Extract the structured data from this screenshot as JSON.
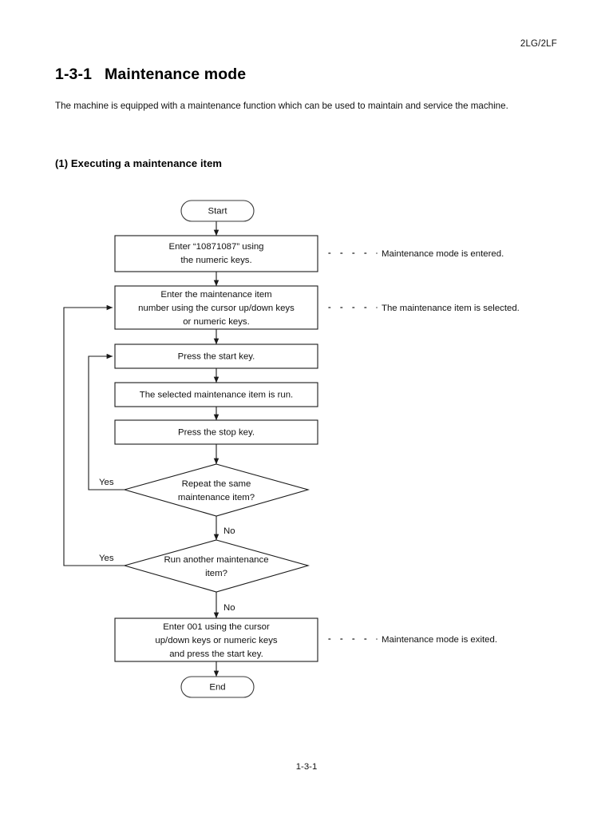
{
  "document": {
    "header_code": "2LG/2LF",
    "footer_page": "1-3-1",
    "title_number": "1-3-1",
    "title_text": "Maintenance mode",
    "intro_paragraph": "The machine is equipped with a maintenance function which can be used to maintain and service the machine.",
    "subsection_heading": "(1) Executing a maintenance item"
  },
  "flowchart": {
    "nodes": {
      "start": {
        "type": "terminator",
        "label": "Start"
      },
      "enter_code": {
        "type": "process",
        "lines": [
          "Enter “10871087” using",
          "the numeric keys."
        ]
      },
      "enter_item": {
        "type": "process",
        "lines": [
          "Enter the maintenance item",
          "number using the cursor up/down keys",
          "or numeric keys."
        ]
      },
      "press_start": {
        "type": "process",
        "lines": [
          "Press the start key."
        ]
      },
      "item_runs": {
        "type": "process",
        "lines": [
          "The selected maintenance item is run."
        ]
      },
      "press_stop": {
        "type": "process",
        "lines": [
          "Press the stop key."
        ]
      },
      "repeat_same": {
        "type": "decision",
        "lines": [
          "Repeat the same",
          "maintenance item?"
        ]
      },
      "run_another": {
        "type": "decision",
        "lines": [
          "Run another maintenance",
          "item?"
        ]
      },
      "exit_code": {
        "type": "process",
        "lines": [
          "Enter 001 using the cursor",
          "up/down keys or numeric keys",
          "and press the start key."
        ]
      },
      "end": {
        "type": "terminator",
        "label": "End"
      }
    },
    "branch_labels": {
      "repeat_same_yes": "Yes",
      "repeat_same_no": "No",
      "run_another_yes": "Yes",
      "run_another_no": "No"
    },
    "annotations": [
      {
        "id": "annot-entered",
        "text": "Maintenance mode is entered."
      },
      {
        "id": "annot-selected",
        "text": "The maintenance item is selected."
      },
      {
        "id": "annot-exited",
        "text": "Maintenance mode is exited."
      }
    ]
  },
  "colors": {
    "page_background": "#ffffff",
    "ink": "#111111",
    "stroke": "#1a1a1a"
  }
}
